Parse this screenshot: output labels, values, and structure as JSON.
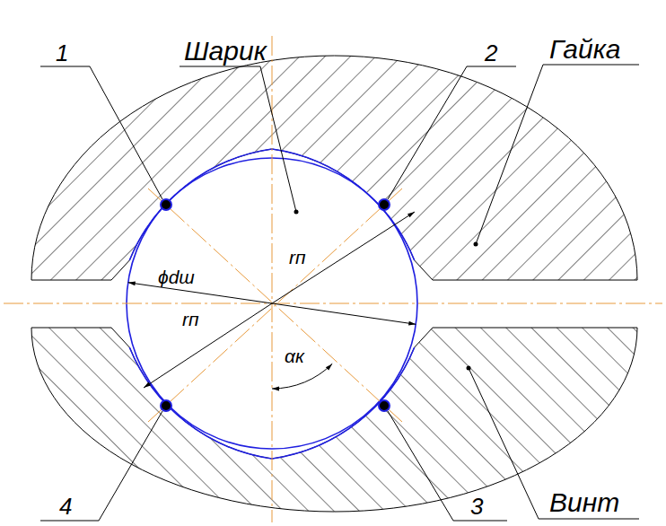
{
  "diagram": {
    "labels": [
      "1",
      "Шарик",
      "2",
      "Гайка",
      "ϕdш",
      "rп",
      "rп",
      "αк",
      "4",
      "3",
      "Винт"
    ]
  }
}
